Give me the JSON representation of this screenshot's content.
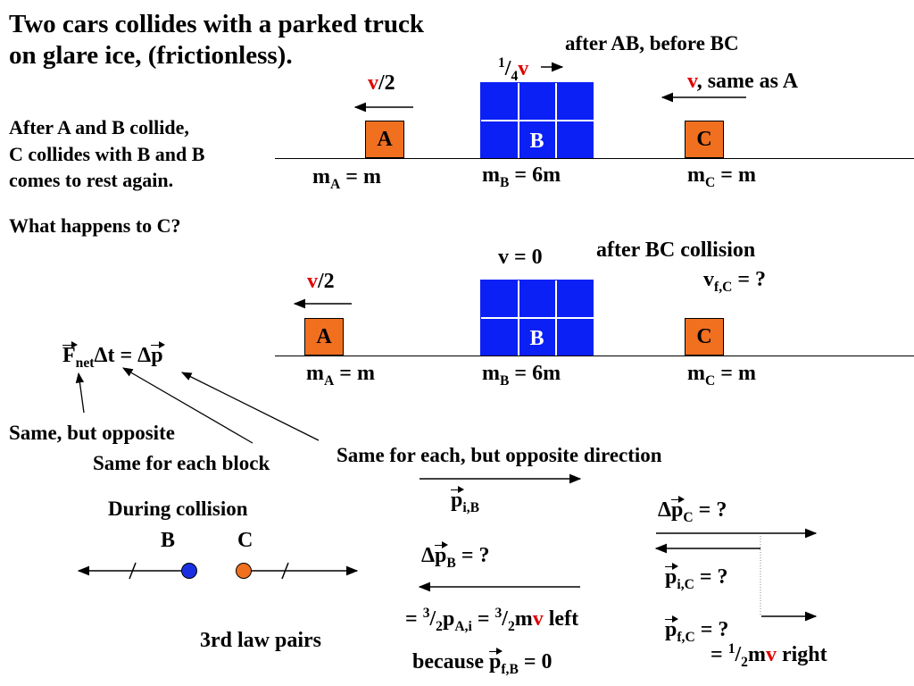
{
  "colors": {
    "accent_red": "#e00000",
    "truck_blue": "#0a20f5",
    "car_orange": "#f07020",
    "ball_blue": "#1a30e0"
  },
  "title": "Two cars collides with a parked truck on glare ice, (frictionless).",
  "problem": {
    "line1": "After A and B collide,",
    "line2": "C collides with B and B",
    "line3": "comes to rest again.",
    "question": "What happens to C?"
  },
  "scene1": {
    "heading": "after AB, before BC",
    "a_velocity_num": "v",
    "a_velocity_rest": "/2",
    "b_velocity_num": "1",
    "b_velocity_den": "4",
    "b_velocity_v": "v",
    "c_velocity_v": "v",
    "c_velocity_rest": ", same as A",
    "block_a": "A",
    "block_b": "B",
    "block_c": "C",
    "mass_a": {
      "m": "m",
      "sub": "A",
      "rest": " = m"
    },
    "mass_b": {
      "m": "m",
      "sub": "B",
      "rest": " = 6m"
    },
    "mass_c": {
      "m": "m",
      "sub": "C",
      "rest": " = m"
    }
  },
  "scene2": {
    "heading": "after BC collision",
    "b_velocity": "v = 0",
    "a_velocity_num": "v",
    "a_velocity_rest": "/2",
    "c_velocity_v": "v",
    "c_velocity_sub": "f,C",
    "c_velocity_rest": " = ?",
    "block_a": "A",
    "block_b": "B",
    "block_c": "C",
    "mass_a": {
      "m": "m",
      "sub": "A",
      "rest": " = m"
    },
    "mass_b": {
      "m": "m",
      "sub": "B",
      "rest": " = 6m"
    },
    "mass_c": {
      "m": "m",
      "sub": "C",
      "rest": " = m"
    }
  },
  "equation": {
    "f": "F",
    "f_sub": "net",
    "middle": "Δt = Δ",
    "p": "p"
  },
  "notes": {
    "same_opposite": "Same, but opposite",
    "same_each_block": "Same for each block",
    "same_each_opposite": "Same for each, but opposite direction"
  },
  "collision": {
    "heading": "During collision",
    "label_b": "B",
    "label_c": "C",
    "caption": "3rd law pairs"
  },
  "momentum_b": {
    "pib": {
      "p": "p",
      "sub": "i,B"
    },
    "dpb": {
      "delta": "Δ",
      "p": "p",
      "sub": "B",
      "rest": " = ?"
    },
    "result": {
      "pre": "= ",
      "n1": "3",
      "d1": "2",
      "p": "p",
      "psub": "A,i",
      "mid": " = ",
      "n2": "3",
      "d2": "2",
      "m": "m",
      "v": "v",
      "post": "  left"
    },
    "because": {
      "pre": "because ",
      "p": "p",
      "sub": "f,B",
      "rest": " = 0"
    }
  },
  "momentum_c": {
    "dpc": {
      "delta": "Δ",
      "p": "p",
      "sub": "C",
      "rest": " = ?"
    },
    "pic": {
      "p": "p",
      "sub": "i,C",
      "rest": " = ?"
    },
    "pfc": {
      "p": "p",
      "sub": "f,C",
      "rest": " = ?"
    },
    "result": {
      "pre": "= ",
      "n": "1",
      "d": "2",
      "m": "m",
      "v": "v",
      "post": "  right"
    }
  }
}
